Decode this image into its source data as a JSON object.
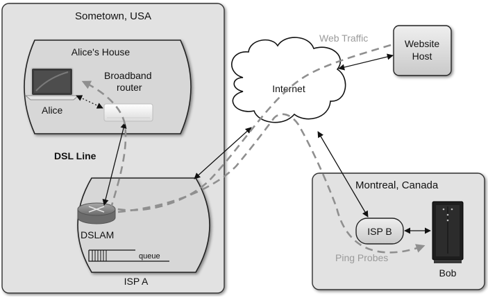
{
  "regions": {
    "sometown": "Sometown, USA",
    "alice_house": "Alice's House",
    "montreal": "Montreal, Canada"
  },
  "nodes": {
    "broadband_router_line1": "Broadband",
    "broadband_router_line2": "router",
    "alice": "Alice",
    "internet": "Internet",
    "website_host_line1": "Website",
    "website_host_line2": "Host",
    "dslam": "DSLAM",
    "queue": "queue",
    "isp_a": "ISP A",
    "isp_b": "ISP B",
    "bob": "Bob"
  },
  "links": {
    "dsl_line": "DSL Line"
  },
  "flows": {
    "web_traffic": "Web  Traffic",
    "ping_probes": "Ping Probes"
  },
  "colors": {
    "region_fill": "#e2e2e2",
    "house_fill": "#d7d7d7",
    "dash_gray": "#8f8f8f",
    "flow_label": "#9a9a9a"
  },
  "icons": [
    "laptop-icon",
    "router-icon",
    "dslam-icon",
    "queue-icon",
    "server-rack-icon",
    "cloud-icon"
  ]
}
